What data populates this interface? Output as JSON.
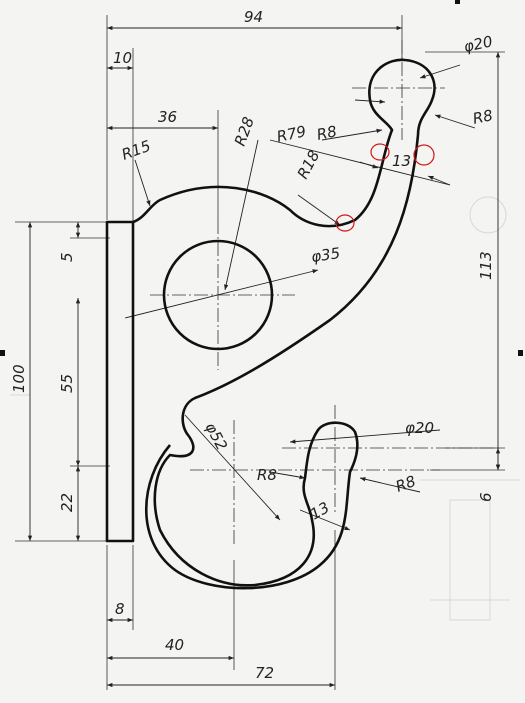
{
  "drawing": {
    "top": {
      "overall_width": "94",
      "left_offset": "10",
      "circle_center_offset": "36",
      "bolt_hole": "φ20"
    },
    "left": {
      "overall_height": "100",
      "step_5": "5",
      "step_55": "55",
      "step_22": "22",
      "plate_thickness": "8"
    },
    "bottom": {
      "width_40": "40",
      "width_72": "72"
    },
    "right": {
      "height_113": "113",
      "offset_6": "6"
    },
    "radii": {
      "r15": "R15",
      "r28": "R28",
      "r79": "R79",
      "r8_top_left": "R8",
      "r8_top_right": "R8",
      "r18": "R18",
      "thickness_top": "13",
      "hole_35": "φ35",
      "arc_52": "φ52",
      "r8_bottom_left": "R8",
      "r8_bottom_right": "R8",
      "bottom_hole": "φ20",
      "thickness_bottom": "13"
    }
  },
  "colors": {
    "ink": "#1a1a1a",
    "paper": "#f4f4f2",
    "markup": "#d01818"
  }
}
